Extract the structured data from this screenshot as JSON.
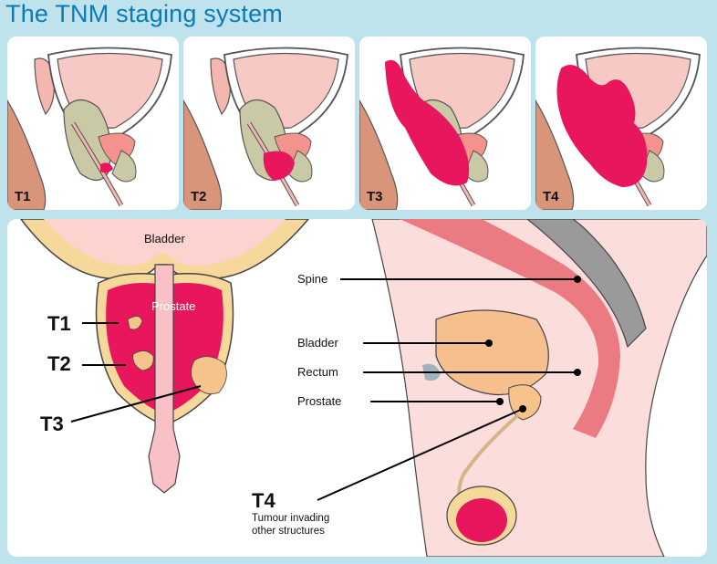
{
  "title": "The TNM staging system",
  "stages": [
    "T1",
    "T2",
    "T3",
    "T4"
  ],
  "front_view": {
    "bladder_label": "Bladder",
    "prostate_label": "Prostate",
    "t1": "T1",
    "t2": "T2",
    "t3": "T3"
  },
  "side_view": {
    "spine": "Spine",
    "bladder": "Bladder",
    "rectum": "Rectum",
    "prostate": "Prostate",
    "t4": "T4",
    "t4_desc_line1": "Tumour invading",
    "t4_desc_line2": "other structures"
  },
  "colors": {
    "background": "#bfe3ec",
    "title": "#0b7ab8",
    "tumour": "#e8175d",
    "skin": "#d9957a",
    "bladder": "#f7c9c4",
    "gland": "#c9c9a6",
    "wall": "#f6d99a"
  }
}
